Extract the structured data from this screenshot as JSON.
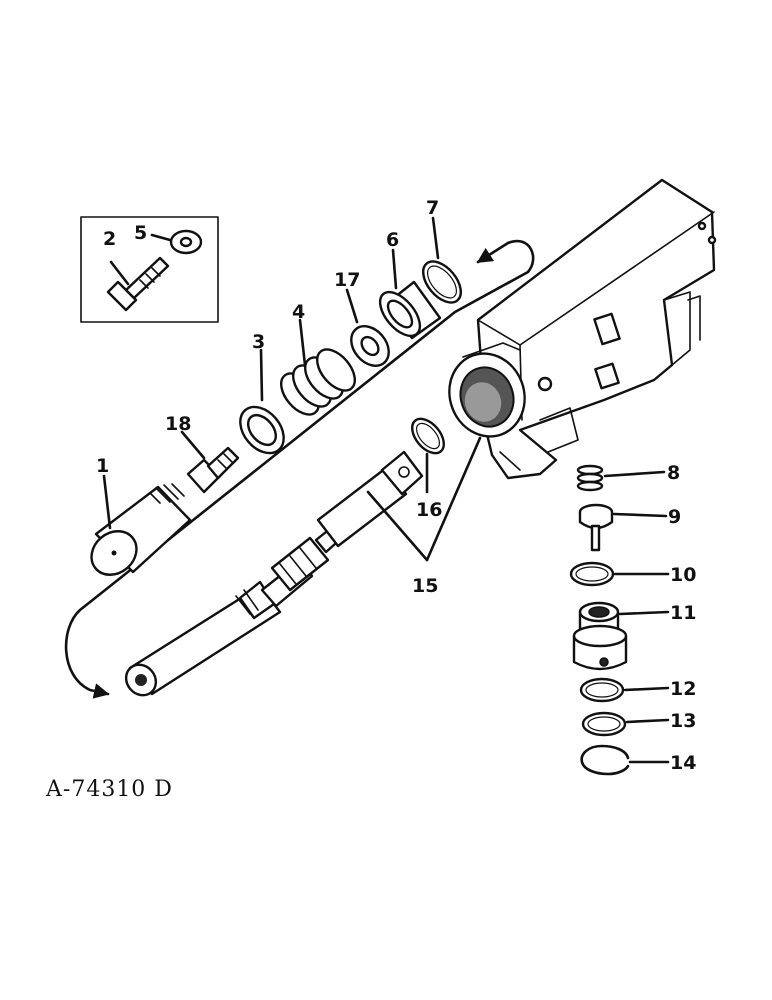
{
  "diagram": {
    "drawing_code": "A-74310 D",
    "callouts": [
      "1",
      "2",
      "3",
      "4",
      "5",
      "6",
      "7",
      "8",
      "9",
      "10",
      "11",
      "12",
      "13",
      "14",
      "15",
      "16",
      "17",
      "18"
    ]
  }
}
